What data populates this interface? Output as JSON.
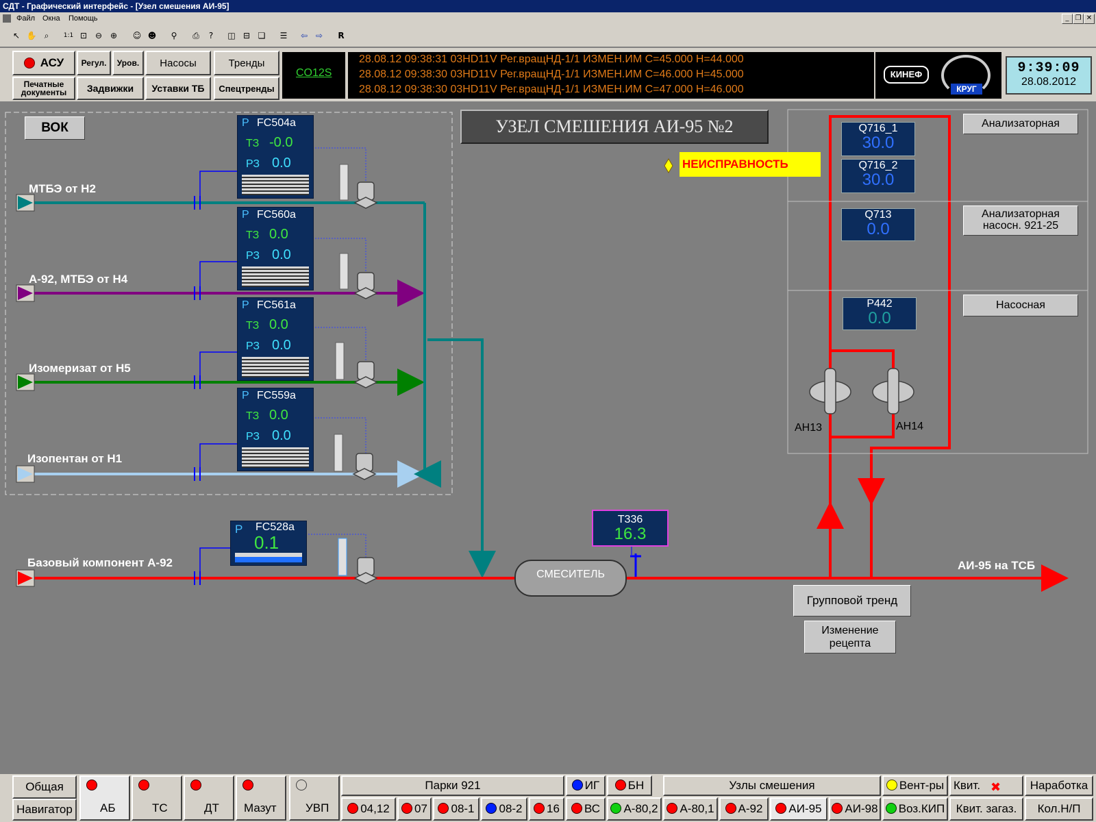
{
  "window": {
    "title": "СДТ - Графический интерфейс - [Узел смешения АИ-95]",
    "menu": [
      "Файл",
      "Окна",
      "Помощь"
    ],
    "toolbar_r": "R"
  },
  "header": {
    "asu": "АСУ",
    "regul": "Регул.",
    "urov": "Уров.",
    "nasosy": "Насосы",
    "trendy": "Тренды",
    "pechat": "Печатные документы",
    "zadvizhki": "Задвижки",
    "ustavki": "Уставки ТБ",
    "spectrendy": "Спецтренды",
    "co": "CO12S",
    "messages": [
      "28.08.12 09:38:31  03HD11V Рег.вращНД-1/1 ИЗМЕН.ИМ    С=45.000 Н=44.000",
      "28.08.12 09:38:30  03HD11V Рег.вращНД-1/1 ИЗМЕН.ИМ    С=46.000 Н=45.000",
      "28.08.12 09:38:30  03HD11V Рег.вращНД-1/1 ИЗМЕН.ИМ    С=47.000 Н=46.000"
    ],
    "logo1": "КИНЕФ",
    "logo2": "КРУГ",
    "time": "9:39:09",
    "date": "28.08.2012"
  },
  "screen": {
    "title": "УЗЕЛ СМЕШЕНИЯ АИ-95 №2",
    "vok": "ВОК",
    "alarm": "НЕИСПРАВНОСТЬ",
    "lines": [
      {
        "label": "МТБЭ от Н2",
        "color": "#008080"
      },
      {
        "label": "А-92, МТБЭ от Н4",
        "color": "#800080"
      },
      {
        "label": "Изомеризат от Н5",
        "color": "#008000"
      },
      {
        "label": "Изопентан от Н1",
        "color": "#a8d0f0"
      }
    ],
    "base_line": "Базовый компонент А-92",
    "controllers": [
      {
        "p": "P",
        "tag": "FC504a",
        "tz_label": "ТЗ",
        "tz": "-0.0",
        "rz_label": "РЗ",
        "rz": "0.0"
      },
      {
        "p": "P",
        "tag": "FC560a",
        "tz_label": "ТЗ",
        "tz": "0.0",
        "rz_label": "РЗ",
        "rz": "0.0"
      },
      {
        "p": "P",
        "tag": "FC561a",
        "tz_label": "ТЗ",
        "tz": "0.0",
        "rz_label": "РЗ",
        "rz": "0.0"
      },
      {
        "p": "P",
        "tag": "FC559a",
        "tz_label": "ТЗ",
        "tz": "0.0",
        "rz_label": "РЗ",
        "rz": "0.0"
      }
    ],
    "fc528": {
      "p": "P",
      "tag": "FC528a",
      "value": "0.1"
    },
    "mixer": "СМЕСИТЕЛЬ",
    "t336": {
      "tag": "T336",
      "value": "16.3"
    },
    "output": "АИ-95 на ТСБ",
    "analyzers": [
      {
        "tag": "Q716_1",
        "value": "30.0"
      },
      {
        "tag": "Q716_2",
        "value": "30.0"
      },
      {
        "tag": "Q713",
        "value": "0.0"
      },
      {
        "tag": "P442",
        "value": "0.0"
      }
    ],
    "room1": "Анализаторная",
    "room2": "Анализаторная насосн. 921-25",
    "room3": "Насосная",
    "pump1": "АН13",
    "pump2": "АН14",
    "group_trend": "Групповой тренд",
    "recipe": "Изменение рецепта"
  },
  "nav": {
    "obshaya": "Общая",
    "navigator": "Навигатор",
    "ab": "АБ",
    "ts": "ТС",
    "dt": "ДТ",
    "mazut": "Мазут",
    "uvp": "УВП",
    "parki": "Парки 921",
    "p0412": "04,12",
    "p07": "07",
    "p081": "08-1",
    "p082": "08-2",
    "p16": "16",
    "ig": "ИГ",
    "bn": "БН",
    "vs": "ВС",
    "a802": "А-80,2",
    "uzly": "Узлы смешения",
    "a801": "А-80,1",
    "a92": "А-92",
    "ai95": "АИ-95",
    "ai98": "АИ-98",
    "ventry": "Вент-ры",
    "vozkip": "Воз.КИП",
    "kvit": "Квит.",
    "kvitzagaz": "Квит. загаз.",
    "narabotka": "Наработка",
    "kolnp": "Кол.Н/П"
  }
}
